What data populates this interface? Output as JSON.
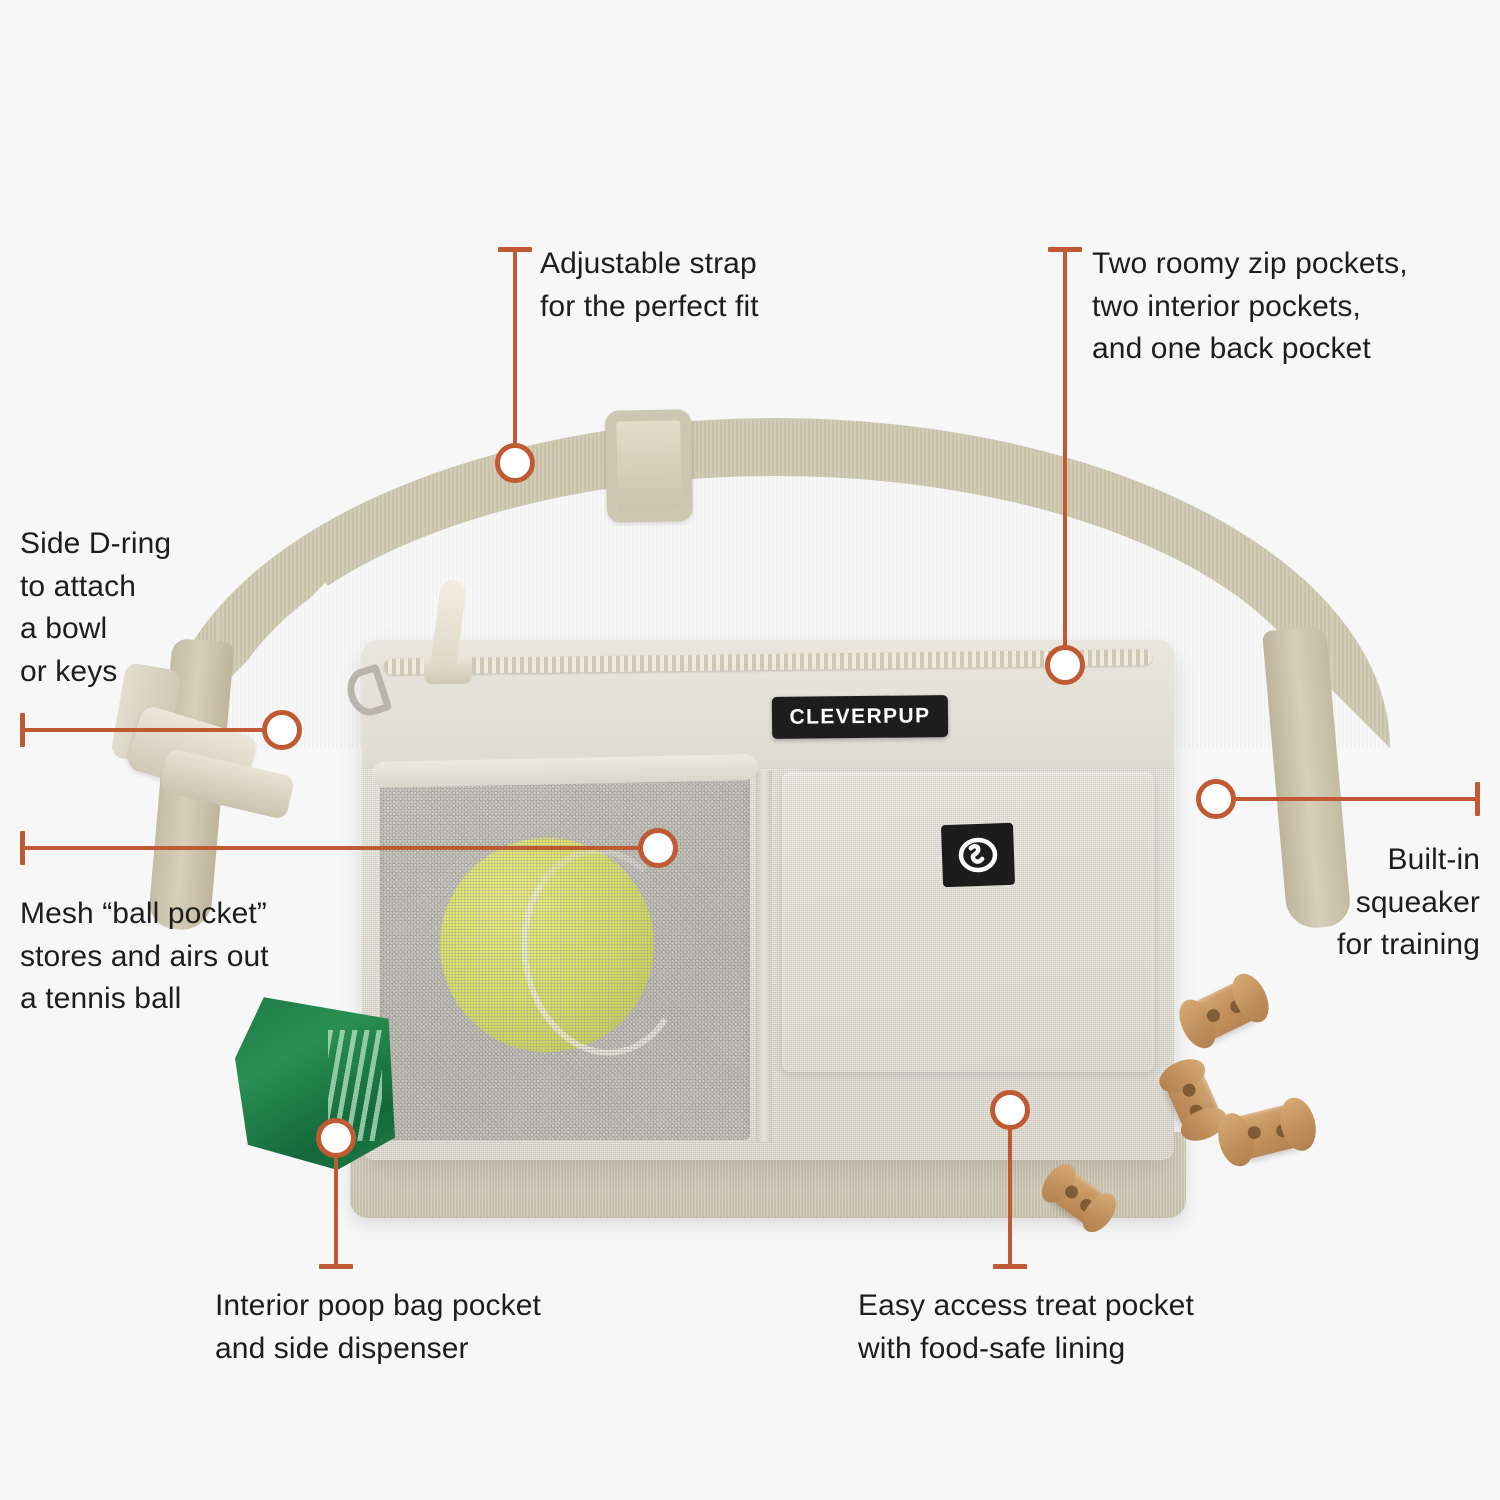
{
  "page": {
    "background_color": "#f7f7f7",
    "accent_color": "#c05a33",
    "text_color": "#1d1d1d",
    "type": "product-feature-infographic"
  },
  "product": {
    "brand_label": "CLEVERPUP",
    "logo_patch": "cleverpup-monogram",
    "item": "dog-walking-treat-pouch-belt-bag",
    "body_color": "#dedbd1",
    "strap_color": "#cdc6ae",
    "mesh_color": "#bfbdb6",
    "tennis_ball_color": "#dde565",
    "poop_bag_color": "#1e7a46",
    "treat_color": "#c1905d"
  },
  "callouts": [
    {
      "id": "adjustable-strap",
      "text": "Adjustable strap\nfor the perfect fit",
      "align": "left"
    },
    {
      "id": "zip-pockets",
      "text": "Two roomy zip pockets,\ntwo interior pockets,\nand one back pocket",
      "align": "left"
    },
    {
      "id": "side-d-ring",
      "text": "Side D-ring\nto attach\na bowl\nor keys",
      "align": "left"
    },
    {
      "id": "mesh-ball-pocket",
      "text": "Mesh “ball pocket”\nstores and airs out\na tennis ball",
      "align": "left"
    },
    {
      "id": "built-in-squeaker",
      "text": "Built-in\nsqueaker\nfor training",
      "align": "right"
    },
    {
      "id": "poop-bag-pocket",
      "text": "Interior poop bag pocket\nand side dispenser",
      "align": "left"
    },
    {
      "id": "treat-pocket",
      "text": "Easy access treat pocket\nwith food-safe lining",
      "align": "left"
    }
  ]
}
